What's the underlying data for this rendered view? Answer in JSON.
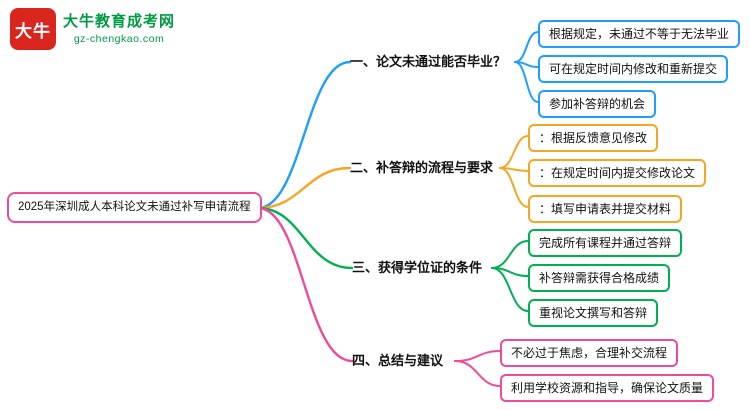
{
  "logo": {
    "icon_text": "大牛",
    "name": "大牛教育成考网",
    "url": "gz-chengkao.com"
  },
  "root": {
    "label": "2025年深圳成人本科论文未通过补写申请流程"
  },
  "branches": [
    {
      "label": "一、论文未通过能否毕业？",
      "children": [
        "根据规定，未通过不等于无法毕业",
        "可在规定时间内修改和重新提交",
        "参加补答辩的机会"
      ]
    },
    {
      "label": "二、补答辩的流程与要求",
      "children": [
        "：根据反馈意见修改",
        "：在规定时间内提交修改论文",
        "：填写申请表并提交材料"
      ]
    },
    {
      "label": "三、获得学位证的条件",
      "children": [
        "完成所有课程并通过答辩",
        "补答辩需获得合格成绩",
        "重视论文撰写和答辩"
      ]
    },
    {
      "label": "四、总结与建议",
      "children": [
        "不必过于焦虑，合理补交流程",
        "利用学校资源和指导，确保论文质量"
      ]
    }
  ],
  "colors": {
    "branch1": "#1E9FFF",
    "branch2": "#F5A623",
    "branch3": "#00B050",
    "branch4": "#EE4C9B",
    "root_border": "#EE4C9B",
    "logo_red": "#D9251D",
    "logo_green": "#009944",
    "text": "#222222"
  }
}
